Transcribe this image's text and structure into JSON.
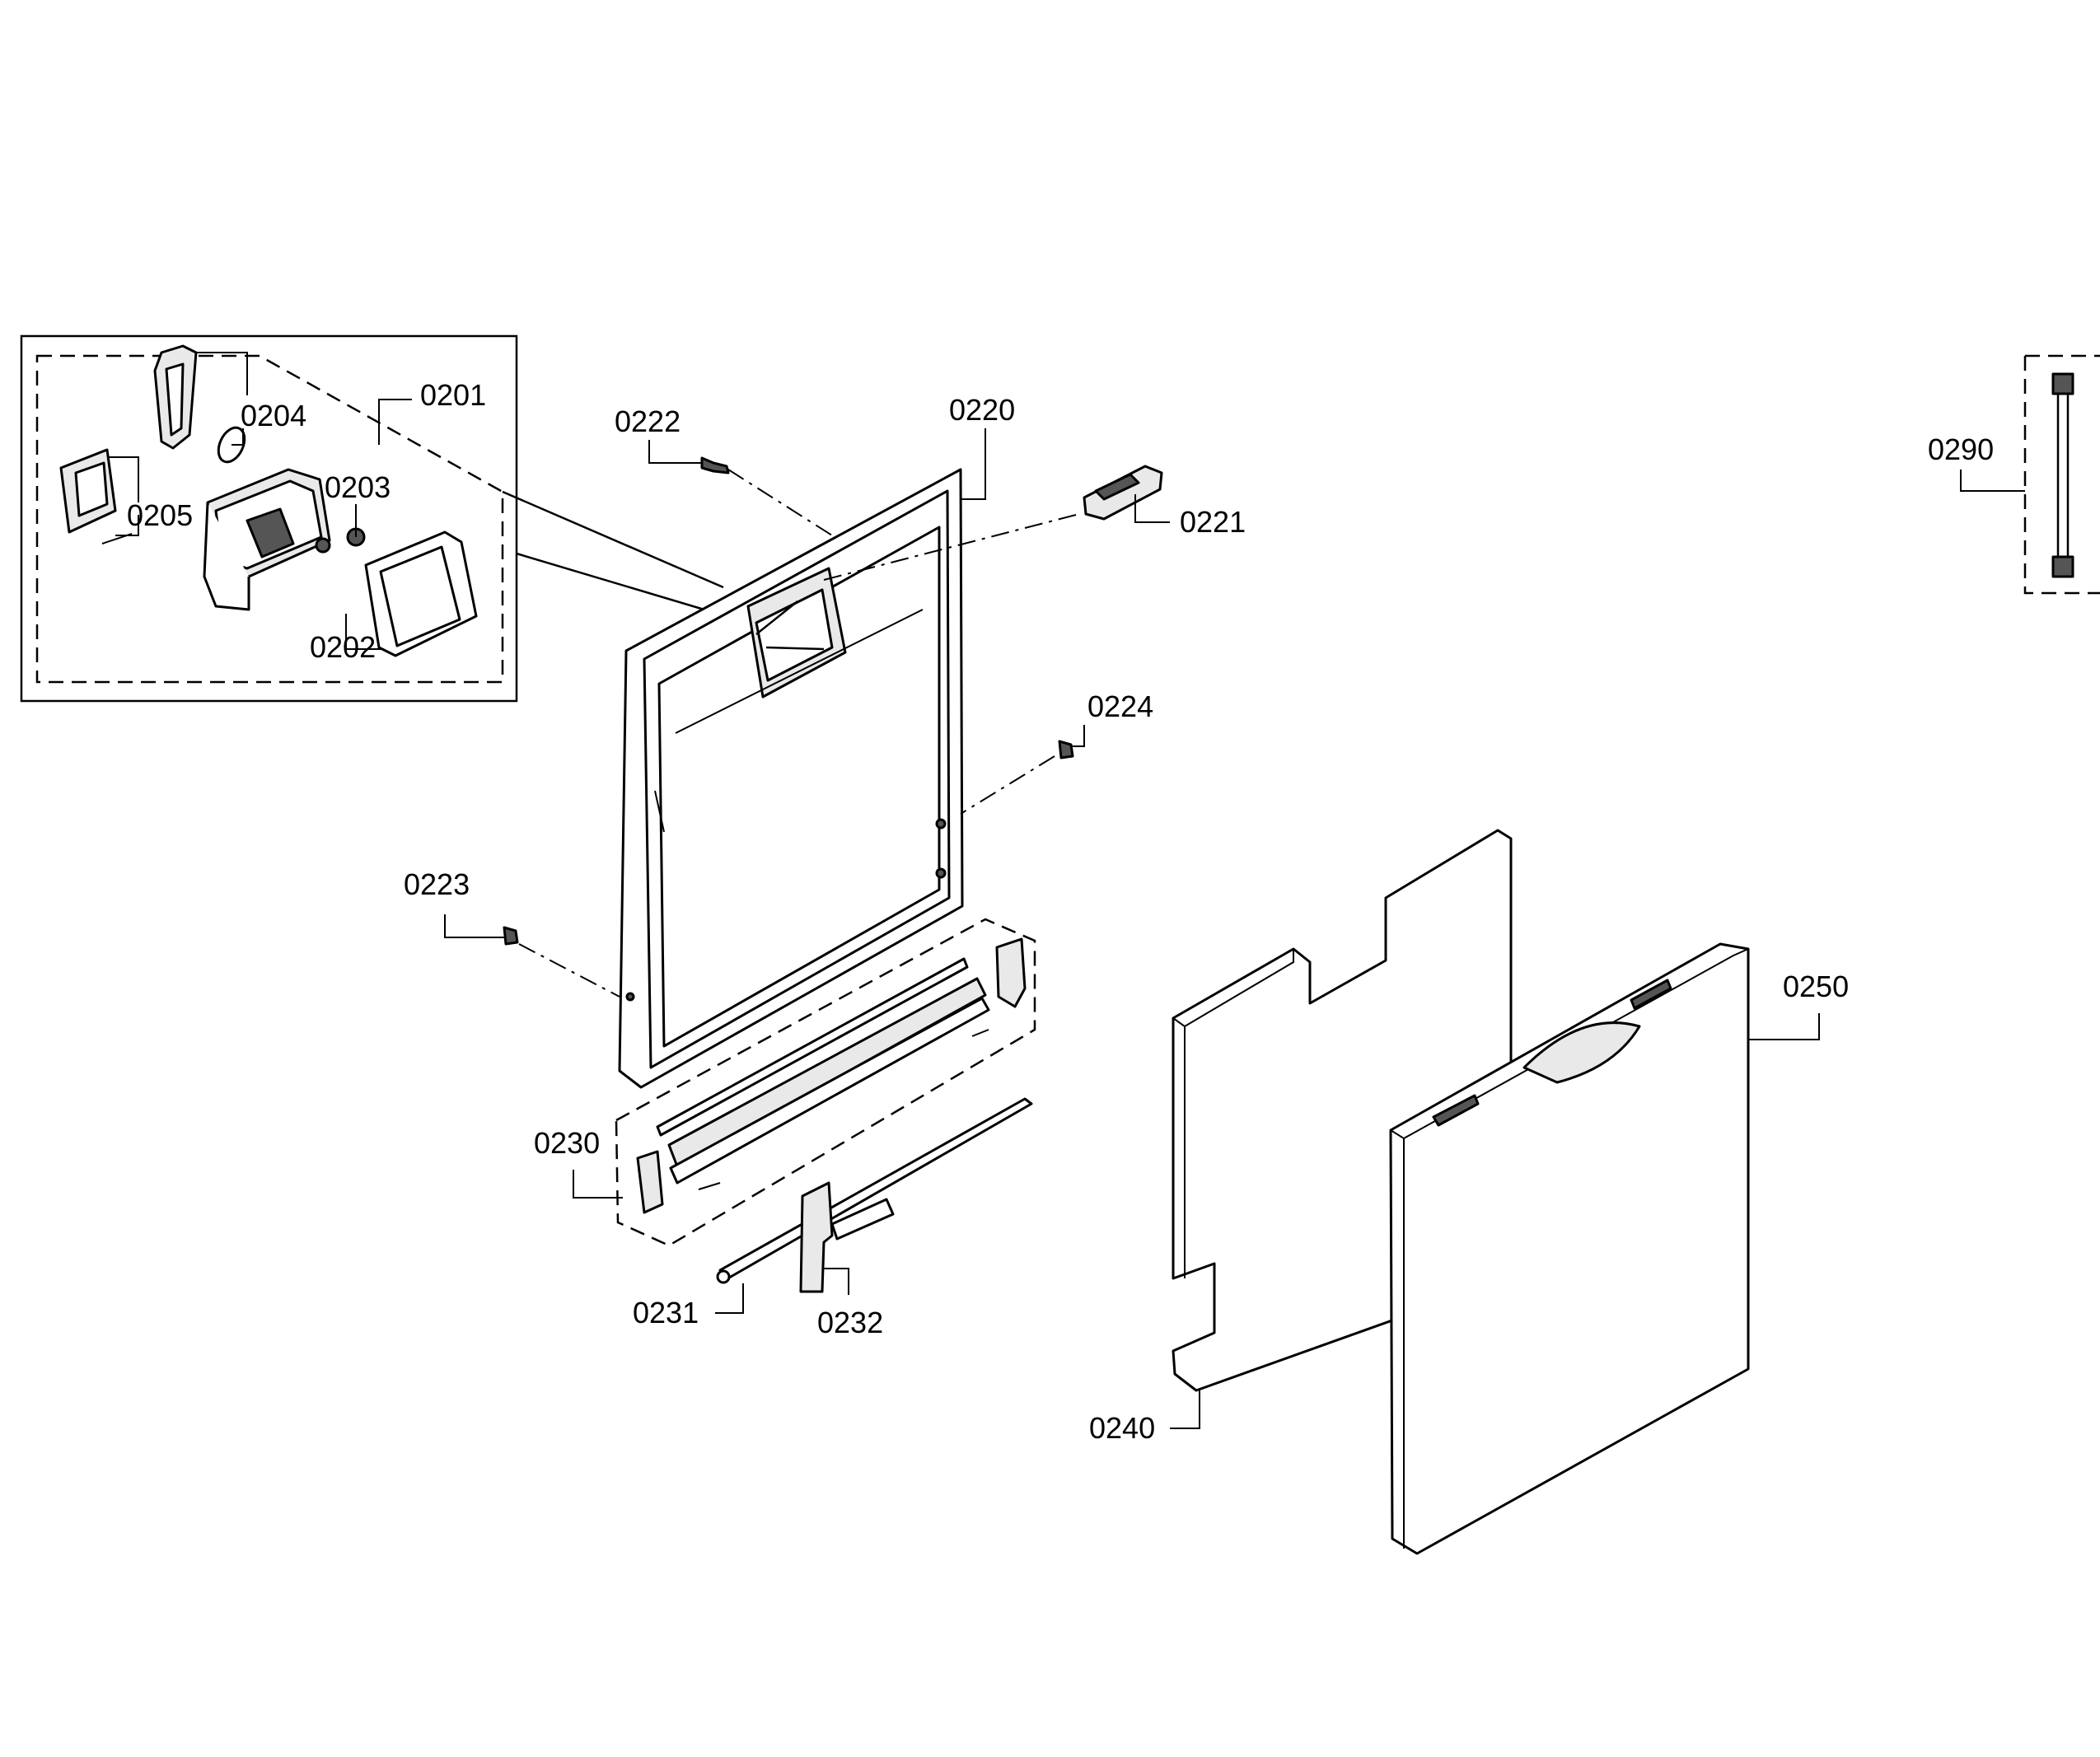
{
  "callouts": {
    "p0201": "0201",
    "p0202": "0202",
    "p0203": "0203",
    "p0204": "0204",
    "p0205": "0205",
    "p0220": "0220",
    "p0221": "0221",
    "p0222": "0222",
    "p0223": "0223",
    "p0224": "0224",
    "p0230": "0230",
    "p0231": "0231",
    "p0232": "0232",
    "p0240": "0240",
    "p0250": "0250",
    "p0290": "0290"
  },
  "icons": {
    "part_0201": "control-module-assembly-icon",
    "part_0202": "gasket-frame-icon",
    "part_0203": "knob-icon",
    "part_0204": "latch-handle-icon",
    "part_0205": "cover-plate-icon",
    "part_0220": "inner-door-icon",
    "part_0221": "hinge-bracket-icon",
    "part_0222": "screw-icon",
    "part_0223": "screw-icon",
    "part_0224": "screw-icon",
    "part_0230": "door-seal-kit-icon",
    "part_0231": "rod-icon",
    "part_0232": "bracket-icon",
    "part_0240": "door-panel-icon",
    "part_0250": "outer-door-panel-icon",
    "part_0290": "cable-harness-icon"
  },
  "colors": {
    "line": "#000000",
    "background": "#ffffff"
  }
}
